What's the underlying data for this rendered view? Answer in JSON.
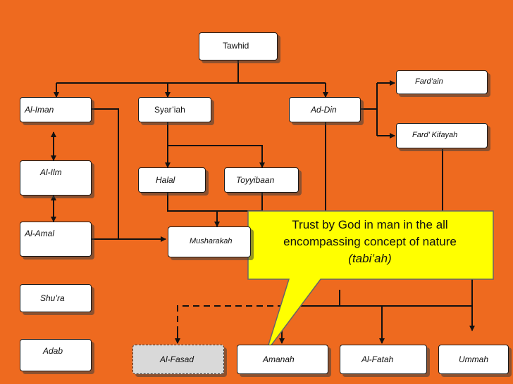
{
  "nodes": {
    "tawhid": "Tawhid",
    "al_iman": "Al-Iman",
    "syariah": "Syar’iah",
    "ad_din": "Ad-Din",
    "fard_ain": "Fard’ain",
    "fard_kifayah": "Fard’ Kifayah",
    "al_ilm": "Al-Ilm",
    "halal": "Halal",
    "toyyibaan": "Toyyibaan",
    "al_amal": "Al-Amal",
    "musharakah": "Musharakah",
    "shura": "Shu’ra",
    "adab": "Adab",
    "al_fasad": "Al-Fasad",
    "amanah": "Amanah",
    "al_fatah": "Al-Fatah",
    "ummah": "Ummah"
  },
  "callout": {
    "line1": "Trust by God in man in the all encompassing concept of nature",
    "line2": "(tabi’ah)"
  },
  "colors": {
    "background": "#EE6A1F",
    "callout_fill": "#FFFF00",
    "box_fill": "#FFFFFF",
    "fasad_fill": "#D9D9D9"
  }
}
